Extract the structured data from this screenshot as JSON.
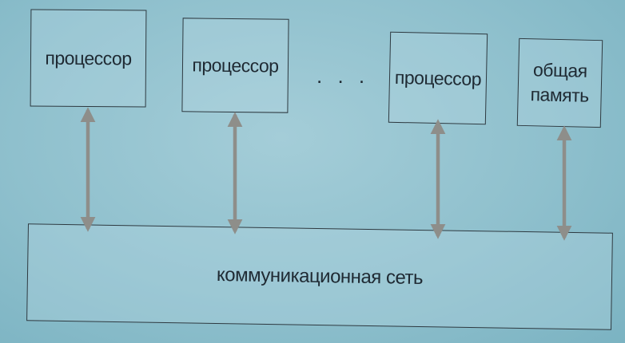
{
  "processors": [
    {
      "label": "процессор"
    },
    {
      "label": "процессор"
    },
    {
      "label": "процессор"
    }
  ],
  "ellipsis": ". . .",
  "shared_memory": {
    "line1": "общая",
    "line2": "память"
  },
  "network": {
    "label": "коммуникационная сеть"
  },
  "colors": {
    "background": "#95c4d0",
    "box_border": "#2d3940",
    "arrow": "#8e8e8a",
    "text": "#1f2a33"
  }
}
